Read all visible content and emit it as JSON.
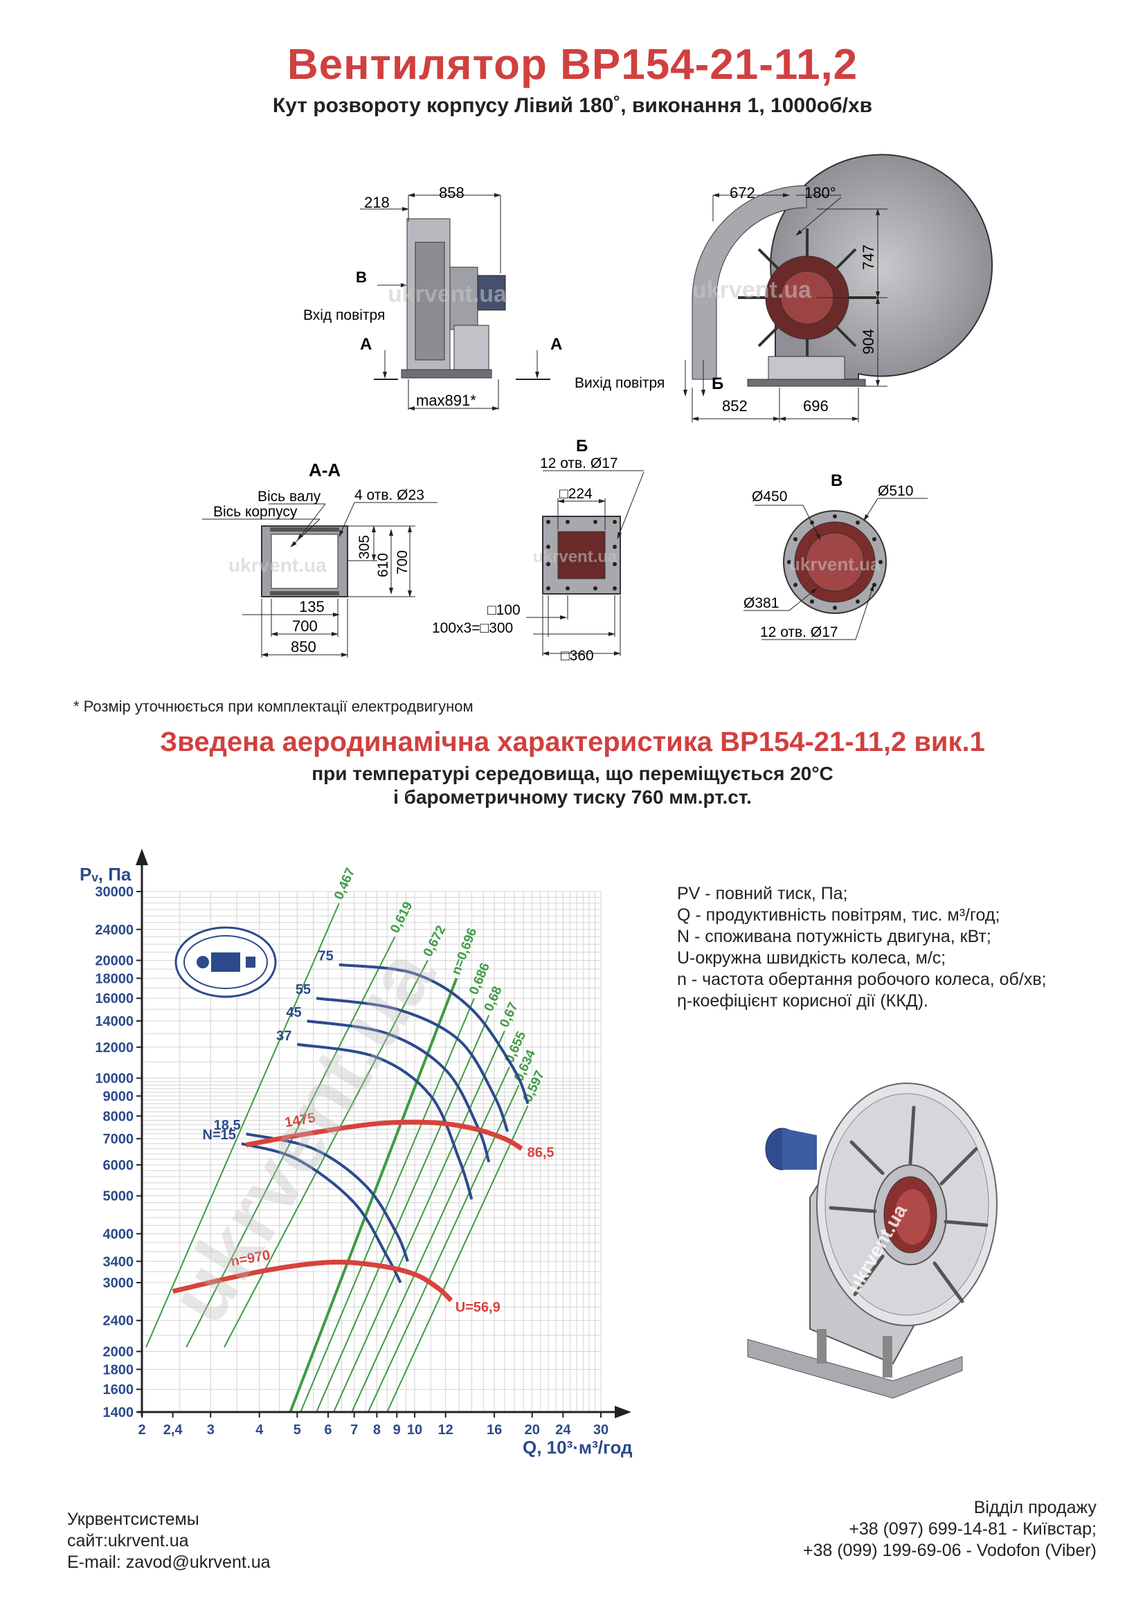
{
  "header": {
    "title": "Вентилятор ВР154-21-11,2",
    "subtitle": "Кут розвороту корпусу Лівий 180˚, виконання 1, 1000об/хв"
  },
  "drawings": {
    "side_view": {
      "dim_218": "218",
      "dim_858": "858",
      "label_b": "В",
      "inlet": "Вхід повітря",
      "label_a": "А",
      "dim_max891": "max891*"
    },
    "front_view": {
      "dim_672": "672",
      "dim_180": "180°",
      "dim_747": "747",
      "dim_904": "904",
      "outlet": "Вихід повітря",
      "label_b2": "Б",
      "dim_852": "852",
      "dim_696": "696"
    },
    "section_aa": {
      "title": "А-А",
      "shaft_axis": "Вісь валу",
      "body_axis": "Вісь корпусу",
      "holes": "4 отв. Ø23",
      "dim_305": "305",
      "dim_610": "610",
      "dim_700v": "700",
      "dim_135": "135",
      "dim_700h": "700",
      "dim_850": "850"
    },
    "flange_b": {
      "title": "Б",
      "holes": "12 отв.  Ø17",
      "dim_224": "□224",
      "dim_100": "□100",
      "dim_300": "100х3=□300",
      "dim_360": "□360"
    },
    "flange_v": {
      "title": "В",
      "d450": "Ø450",
      "d510": "Ø510",
      "d381": "Ø381",
      "holes": "12 отв. Ø17"
    }
  },
  "footnote": "* Розмір уточнюється при комплектації електродвигуном",
  "aero": {
    "title": "Зведена аеродинамічна характеристика ВР154-21-11,2 вик.1",
    "line1": "при температурі середовища, що переміщується 20°С",
    "line2": "і барометричному тиску 760 мм.рт.ст."
  },
  "legend": [
    "PV - повний тиск, Па;",
    "Q - продуктивність повітрям, тис. м³/год;",
    "N - споживана потужність двигуна, кВт;",
    "U-окружна швидкість колеса, м/с;",
    "n - частота обертання робочого колеса, об/хв;",
    "η-коефіцієнт корисної дії (ККД)."
  ],
  "chart_data": {
    "type": "line",
    "xlabel": "Q, 10³·м³/год",
    "ylabel": "Pᵥ, Па",
    "x_scale": "log",
    "y_scale": "log",
    "xlim": [
      2,
      30
    ],
    "ylim": [
      1400,
      30000
    ],
    "x_ticks": [
      2,
      2.4,
      3,
      4,
      5,
      6,
      7,
      8,
      9,
      10,
      12,
      16,
      20,
      24,
      30
    ],
    "x_tick_labels": [
      "2",
      "2,4",
      "3",
      "4",
      "5",
      "6",
      "7",
      "8",
      "9",
      "10",
      "12",
      "16",
      "20",
      "24",
      "30"
    ],
    "y_ticks": [
      1400,
      1600,
      1800,
      2000,
      2400,
      3000,
      3400,
      4000,
      5000,
      6000,
      7000,
      8000,
      9000,
      10000,
      12000,
      14000,
      16000,
      18000,
      20000,
      24000,
      30000
    ],
    "grid": true,
    "efficiency_lines": [
      {
        "label": "0,467",
        "points": [
          [
            2.05,
            2050
          ],
          [
            6.4,
            28000
          ]
        ]
      },
      {
        "label": "0,619",
        "points": [
          [
            2.6,
            2050
          ],
          [
            8.9,
            23000
          ]
        ]
      },
      {
        "label": "0,672",
        "points": [
          [
            3.25,
            2050
          ],
          [
            10.8,
            20000
          ]
        ]
      },
      {
        "label": "n=0,696",
        "points": [
          [
            4.8,
            1400
          ],
          [
            12.8,
            18000
          ]
        ]
      },
      {
        "label": "0,686",
        "points": [
          [
            5.1,
            1400
          ],
          [
            14.2,
            16000
          ]
        ]
      },
      {
        "label": "0,68",
        "points": [
          [
            5.6,
            1400
          ],
          [
            15.5,
            14500
          ]
        ]
      },
      {
        "label": "0,67",
        "points": [
          [
            6.2,
            1400
          ],
          [
            17,
            13200
          ]
        ]
      },
      {
        "label": "0,655",
        "points": [
          [
            6.9,
            1400
          ],
          [
            17.5,
            10700
          ]
        ]
      },
      {
        "label": "0,634",
        "points": [
          [
            7.6,
            1400
          ],
          [
            18.5,
            9600
          ]
        ]
      },
      {
        "label": "0,597",
        "points": [
          [
            8.5,
            1400
          ],
          [
            19.5,
            8500
          ]
        ]
      }
    ],
    "power_curves": [
      {
        "label": "75",
        "points": [
          [
            6.4,
            19500
          ],
          [
            10,
            18500
          ],
          [
            14,
            15000
          ],
          [
            18,
            10500
          ],
          [
            19.5,
            8600
          ]
        ]
      },
      {
        "label": "55",
        "points": [
          [
            5.6,
            16000
          ],
          [
            9,
            15000
          ],
          [
            13,
            12500
          ],
          [
            16,
            9000
          ],
          [
            17.3,
            7300
          ]
        ]
      },
      {
        "label": "45",
        "points": [
          [
            5.3,
            14000
          ],
          [
            8.5,
            13000
          ],
          [
            12,
            10500
          ],
          [
            14.5,
            7500
          ],
          [
            15.5,
            6100
          ]
        ]
      },
      {
        "label": "37",
        "points": [
          [
            5,
            12200
          ],
          [
            8,
            11300
          ],
          [
            11,
            9000
          ],
          [
            13,
            6200
          ],
          [
            14,
            4900
          ]
        ]
      },
      {
        "label": "18,5",
        "points": [
          [
            3.7,
            7200
          ],
          [
            5.5,
            6600
          ],
          [
            7.5,
            5300
          ],
          [
            9,
            4000
          ],
          [
            9.6,
            3400
          ]
        ]
      },
      {
        "label": "N=15",
        "points": [
          [
            3.6,
            6800
          ],
          [
            5,
            6200
          ],
          [
            7,
            4800
          ],
          [
            8.5,
            3500
          ],
          [
            9.2,
            3000
          ]
        ]
      }
    ],
    "speed_curves": [
      {
        "label": "n=970",
        "points": [
          [
            2.4,
            2850
          ],
          [
            4,
            3200
          ],
          [
            6,
            3380
          ],
          [
            8,
            3320
          ],
          [
            10,
            3150
          ],
          [
            11.5,
            2900
          ],
          [
            12.4,
            2700
          ]
        ]
      },
      {
        "label": "1475",
        "points": [
          [
            3.7,
            6750
          ],
          [
            5.5,
            7250
          ],
          [
            8,
            7650
          ],
          [
            11,
            7700
          ],
          [
            14,
            7450
          ],
          [
            17,
            7000
          ],
          [
            18.8,
            6600
          ]
        ]
      }
    ],
    "annotations": [
      "86,5",
      "U=56,9"
    ]
  },
  "footer": {
    "company": "Укрвентсистемы",
    "site": "сайт:ukrvent.ua",
    "email": "E-mail: zavod@ukrvent.ua",
    "sales": "Відділ продажу",
    "phone1": "+38 (097) 699-14-81 - Київстар;",
    "phone2": "+38 (099) 199-69-06 - Vodofon (Viber)"
  },
  "watermark": "ukrvent.ua",
  "colors": {
    "title_red": "#d0403f",
    "power_blue": "#2c4a8c",
    "eff_green": "#3f9b43",
    "speed_red": "#d8423c",
    "grid": "#d3d3d3"
  }
}
